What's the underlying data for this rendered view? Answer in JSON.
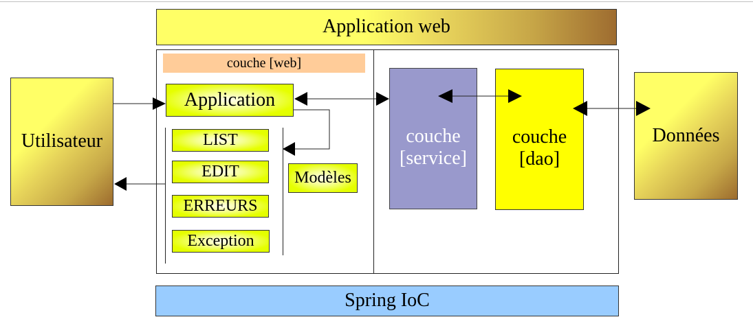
{
  "diagram": {
    "header": {
      "label": "Application web"
    },
    "footer": {
      "label": "Spring IoC"
    },
    "user": {
      "label": "Utilisateur"
    },
    "data_store": {
      "label": "Données"
    },
    "web_layer": {
      "title": "couche [web]",
      "controller": "Application",
      "views": [
        "LIST",
        "EDIT",
        "ERREURS",
        "Exception"
      ],
      "models": "Modèles"
    },
    "service_layer": {
      "line1": "couche",
      "line2": "[service]"
    },
    "dao_layer": {
      "line1": "couche",
      "line2": "[dao]"
    },
    "colors": {
      "service": "#9999cc",
      "dao": "#ffff00",
      "web_title": "#ffcc99",
      "spring": "#99ccff",
      "view_boxes": "#e6ff00"
    }
  }
}
